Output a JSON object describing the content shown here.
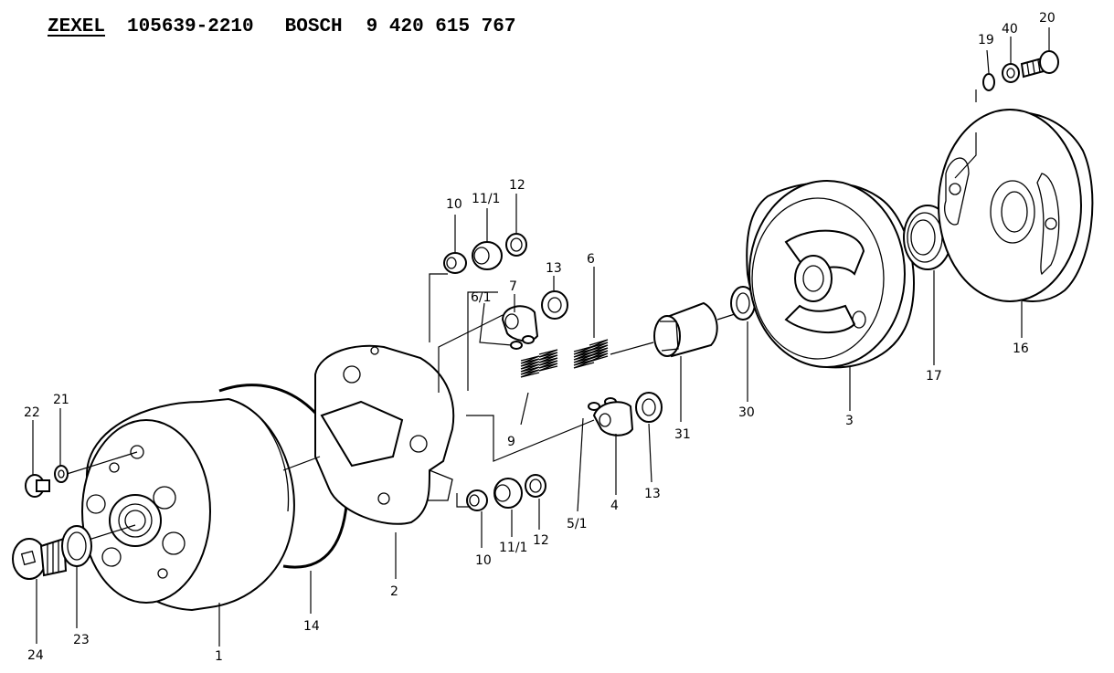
{
  "header": {
    "brand1": "ZEXEL",
    "part1": "105639-2210",
    "brand2": "BOSCH",
    "part2": "9 420 615 767"
  },
  "callouts": {
    "c1": "1",
    "c2": "2",
    "c3": "3",
    "c4": "4",
    "c5_1": "5/1",
    "c6": "6",
    "c6_1": "6/1",
    "c7": "7",
    "c9": "9",
    "c10_top": "10",
    "c10_bot": "10",
    "c11_1_top": "11/1",
    "c11_1_bot": "11/1",
    "c12_top": "12",
    "c12_bot": "12",
    "c13_top": "13",
    "c13_bot": "13",
    "c14": "14",
    "c16": "16",
    "c17": "17",
    "c19": "19",
    "c20": "20",
    "c21": "21",
    "c22": "22",
    "c23": "23",
    "c24": "24",
    "c30": "30",
    "c31": "31",
    "c40": "40"
  }
}
